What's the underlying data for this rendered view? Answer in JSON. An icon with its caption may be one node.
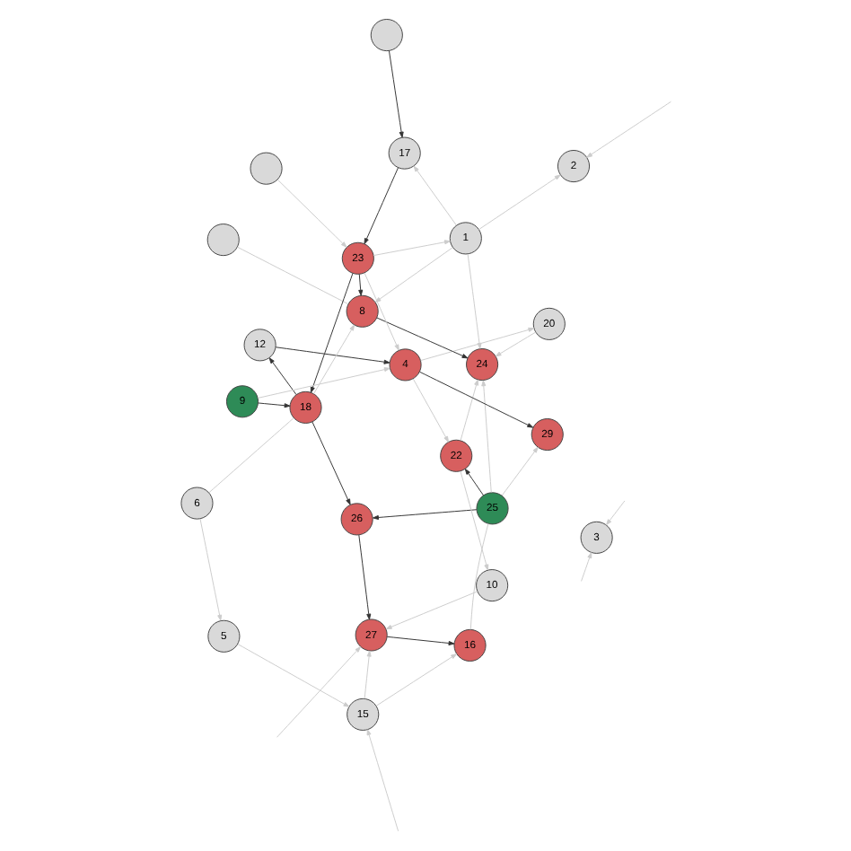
{
  "diagram": {
    "nodes": [
      {
        "text": [
          "10"
        ]
      },
      {
        "text": [
          "25"
        ]
      },
      {
        "text": [
          "29"
        ]
      },
      {
        "text": [
          "22"
        ]
      },
      {
        "text": [
          "20"
        ]
      },
      {
        "text": [
          "3"
        ]
      },
      {
        "text": [
          "12"
        ]
      },
      {
        "text": [
          "27"
        ]
      },
      {
        "text": [
          "26"
        ]
      },
      {
        "text": [],
        "shape": "circle"
      },
      {
        "text": [
          "4"
        ]
      },
      {
        "text": [
          "5"
        ]
      },
      {
        "text": [
          "6"
        ]
      },
      {
        "text": [
          "18"
        ]
      },
      {
        "text": [
          "16"
        ]
      },
      {
        "text": [
          "8"
        ]
      },
      {
        "text": [
          "15"
        ]
      },
      {
        "text": [
          "24"
        ]
      },
      {
        "text": [
          "23"
        ]
      },
      {
        "text": [],
        "shape": "circle"
      },
      {
        "text": [
          "2"
        ]
      },
      {
        "text": [
          "1"
        ]
      },
      {
        "text": [
          "9"
        ]
      },
      {
        "text": [
          "17"
        ]
      },
      {
        "text": [],
        "shape": "circle"
      }
    ],
    "edges": [
      {
        "from": 1,
        "to": 3,
        "arrow": "to",
        "color": "#333333"
      },
      {
        "from": 1,
        "to": 8,
        "arrow": "to",
        "color": "#333333"
      },
      {
        "from": 8,
        "to": 7,
        "arrow": "to",
        "color": "#333333"
      },
      {
        "from": 7,
        "to": 14,
        "arrow": "to",
        "color": "#333333"
      },
      {
        "from": 13,
        "to": 8,
        "arrow": "to",
        "color": "#333333"
      },
      {
        "from": 13,
        "to": 6,
        "arrow": "to",
        "color": "#333333"
      },
      {
        "from": 6,
        "to": 10,
        "arrow": "to",
        "color": "#333333"
      },
      {
        "from": 10,
        "to": 2,
        "arrow": "to",
        "color": "#333333"
      },
      {
        "from": 18,
        "to": 13,
        "arrow": "to",
        "color": "#333333"
      },
      {
        "from": 22,
        "to": 13,
        "arrow": "to",
        "color": "#333333"
      },
      {
        "from": 18,
        "to": 15,
        "arrow": "to",
        "color": "#333333"
      },
      {
        "from": 15,
        "to": 17,
        "arrow": "to",
        "color": "#333333"
      },
      {
        "from": 23,
        "to": 18,
        "arrow": "to",
        "color": "#333333"
      },
      {
        "from": 24,
        "to": 23,
        "arrow": "to",
        "color": "#333333"
      },
      {
        "from": 1,
        "to": 2,
        "arrow": "to"
      },
      {
        "from": 3,
        "to": 0,
        "arrow": "to"
      },
      {
        "from": 1,
        "to": 17,
        "arrow": "to"
      },
      {
        "from": 1,
        "to": 14,
        "arrow": "none"
      },
      {
        "from": 0,
        "to": 7,
        "arrow": "to"
      },
      {
        "from": 10,
        "to": 4,
        "arrow": "to"
      },
      {
        "from": 10,
        "to": 3,
        "arrow": "to"
      },
      {
        "from": 4,
        "to": 17,
        "arrow": "to"
      },
      {
        "from": 3,
        "to": 17,
        "arrow": "to"
      },
      {
        "from": 12,
        "to": 11,
        "arrow": "to"
      },
      {
        "from": 11,
        "to": 16,
        "arrow": "to"
      },
      {
        "from": 16,
        "to": 7,
        "arrow": "to"
      },
      {
        "from": 16,
        "to": 14,
        "arrow": "to"
      },
      {
        "from": null,
        "to": 5,
        "arrow": "to"
      },
      {
        "from": null,
        "to": 5,
        "arrow": "to"
      },
      {
        "from": null,
        "to": 7,
        "arrow": "to"
      },
      {
        "from": null,
        "to": 16,
        "arrow": "to"
      },
      {
        "from": null,
        "to": 20,
        "arrow": "to"
      },
      {
        "from": 12,
        "to": 13,
        "arrow": "none"
      },
      {
        "from": 13,
        "to": 15,
        "arrow": "to"
      },
      {
        "from": 21,
        "to": 20,
        "arrow": "to"
      },
      {
        "from": 21,
        "to": 17,
        "arrow": "to"
      },
      {
        "from": 21,
        "to": 23,
        "arrow": "to"
      },
      {
        "from": 18,
        "to": 21,
        "arrow": "to"
      },
      {
        "from": 21,
        "to": 15,
        "arrow": "to"
      },
      {
        "from": 22,
        "to": 10,
        "arrow": "to"
      },
      {
        "from": 18,
        "to": 10,
        "arrow": "to"
      },
      {
        "from": 19,
        "to": 18,
        "arrow": "to"
      },
      {
        "from": 9,
        "to": 15,
        "arrow": "none"
      }
    ]
  }
}
